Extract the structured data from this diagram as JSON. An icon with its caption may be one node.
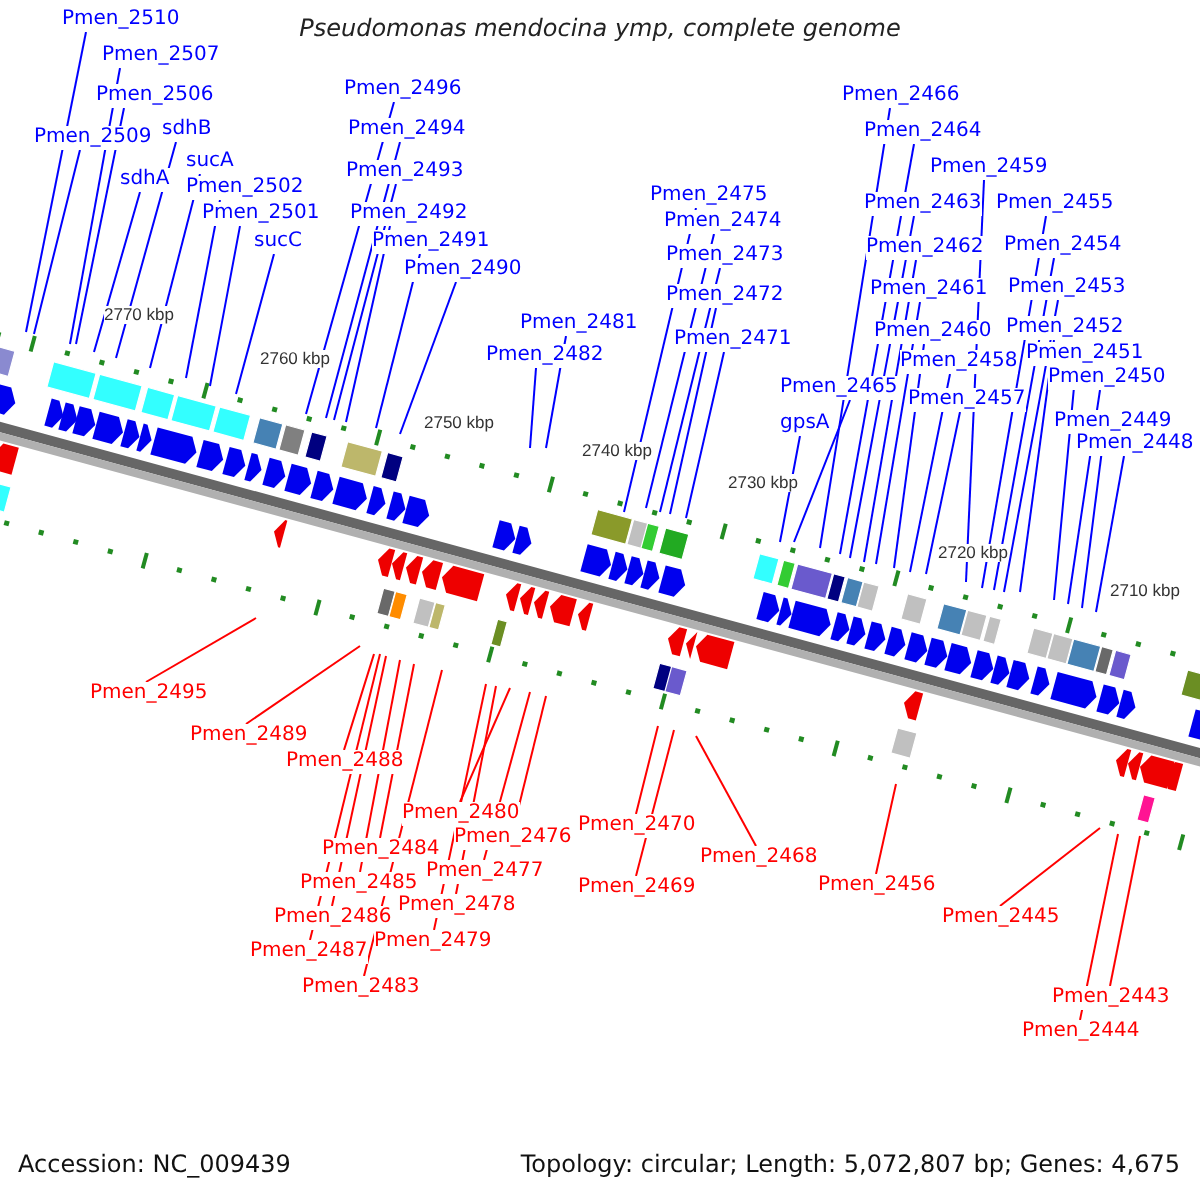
{
  "diagram": {
    "title": "Pseudomonas mendocina ymp, complete genome",
    "nodes": [
      {
        "text": [
          "Pmen_2510"
        ]
      },
      {
        "text": [
          "Pmen_2507"
        ]
      },
      {
        "text": [
          "Pmen_2506"
        ]
      },
      {
        "text": [
          "Pmen_2509"
        ]
      },
      {
        "text": [
          "sdhB"
        ]
      },
      {
        "text": [
          "sdhA"
        ]
      },
      {
        "text": [
          "sucA"
        ]
      },
      {
        "text": [
          "Pmen_2502"
        ]
      },
      {
        "text": [
          "Pmen_2501"
        ]
      },
      {
        "text": [
          "sucC"
        ]
      },
      {
        "text": [
          "Pmen_2496"
        ]
      },
      {
        "text": [
          "Pmen_2494"
        ]
      },
      {
        "text": [
          "Pmen_2493"
        ]
      },
      {
        "text": [
          "Pmen_2492"
        ]
      },
      {
        "text": [
          "Pmen_2491"
        ]
      },
      {
        "text": [
          "Pmen_2490"
        ]
      },
      {
        "text": [
          "Pmen_2481"
        ]
      },
      {
        "text": [
          "Pmen_2482"
        ]
      },
      {
        "text": [
          "Pmen_2475"
        ]
      },
      {
        "text": [
          "Pmen_2474"
        ]
      },
      {
        "text": [
          "Pmen_2473"
        ]
      },
      {
        "text": [
          "Pmen_2472"
        ]
      },
      {
        "text": [
          "Pmen_2471"
        ]
      },
      {
        "text": [
          "Pmen_2466"
        ]
      },
      {
        "text": [
          "Pmen_2464"
        ]
      },
      {
        "text": [
          "Pmen_2459"
        ]
      },
      {
        "text": [
          "Pmen_2463"
        ]
      },
      {
        "text": [
          "Pmen_2462"
        ]
      },
      {
        "text": [
          "Pmen_2461"
        ]
      },
      {
        "text": [
          "Pmen_2460"
        ]
      },
      {
        "text": [
          "Pmen_2458"
        ]
      },
      {
        "text": [
          "Pmen_2465"
        ]
      },
      {
        "text": [
          "gpsA"
        ]
      },
      {
        "text": [
          "Pmen_2457"
        ]
      },
      {
        "text": [
          "Pmen_2455"
        ]
      },
      {
        "text": [
          "Pmen_2454"
        ]
      },
      {
        "text": [
          "Pmen_2453"
        ]
      },
      {
        "text": [
          "Pmen_2452"
        ]
      },
      {
        "text": [
          "Pmen_2451"
        ]
      },
      {
        "text": [
          "Pmen_2450"
        ]
      },
      {
        "text": [
          "Pmen_2449"
        ]
      },
      {
        "text": [
          "Pmen_2448"
        ]
      },
      {
        "text": [
          "Pmen_2495"
        ]
      },
      {
        "text": [
          "Pmen_2489"
        ]
      },
      {
        "text": [
          "Pmen_2488"
        ]
      },
      {
        "text": [
          "Pmen_2480"
        ]
      },
      {
        "text": [
          "Pmen_2476"
        ]
      },
      {
        "text": [
          "Pmen_2484"
        ]
      },
      {
        "text": [
          "Pmen_2477"
        ]
      },
      {
        "text": [
          "Pmen_2485"
        ]
      },
      {
        "text": [
          "Pmen_2478"
        ]
      },
      {
        "text": [
          "Pmen_2486"
        ]
      },
      {
        "text": [
          "Pmen_2479"
        ]
      },
      {
        "text": [
          "Pmen_2487"
        ]
      },
      {
        "text": [
          "Pmen_2483"
        ]
      },
      {
        "text": [
          "Pmen_2470"
        ]
      },
      {
        "text": [
          "Pmen_2469"
        ]
      },
      {
        "text": [
          "Pmen_2468"
        ]
      },
      {
        "text": [
          "Pmen_2456"
        ]
      },
      {
        "text": [
          "Pmen_2445"
        ]
      },
      {
        "text": [
          "Pmen_2443"
        ]
      },
      {
        "text": [
          "Pmen_2444"
        ]
      }
    ],
    "edges": [
      {
        "from": 0,
        "to": null,
        "arrow": "none"
      },
      {
        "from": 1,
        "to": null,
        "arrow": "none"
      },
      {
        "from": 2,
        "to": null,
        "arrow": "none"
      },
      {
        "from": 3,
        "to": null,
        "arrow": "none"
      },
      {
        "from": 4,
        "to": null,
        "arrow": "none"
      },
      {
        "from": 5,
        "to": null,
        "arrow": "none"
      },
      {
        "from": 6,
        "to": null,
        "arrow": "none"
      },
      {
        "from": 7,
        "to": null,
        "arrow": "none"
      },
      {
        "from": 8,
        "to": null,
        "arrow": "none"
      },
      {
        "from": 9,
        "to": null,
        "arrow": "none"
      },
      {
        "from": 10,
        "to": null,
        "arrow": "none"
      },
      {
        "from": 11,
        "to": null,
        "arrow": "none"
      },
      {
        "from": 12,
        "to": null,
        "arrow": "none"
      },
      {
        "from": 13,
        "to": null,
        "arrow": "none"
      },
      {
        "from": 14,
        "to": null,
        "arrow": "none"
      },
      {
        "from": 15,
        "to": null,
        "arrow": "none"
      },
      {
        "from": 16,
        "to": null,
        "arrow": "none"
      },
      {
        "from": 17,
        "to": null,
        "arrow": "none"
      },
      {
        "from": 18,
        "to": null,
        "arrow": "none"
      },
      {
        "from": 19,
        "to": null,
        "arrow": "none"
      },
      {
        "from": 20,
        "to": null,
        "arrow": "none"
      },
      {
        "from": 21,
        "to": null,
        "arrow": "none"
      },
      {
        "from": 22,
        "to": null,
        "arrow": "none"
      },
      {
        "from": 23,
        "to": null,
        "arrow": "none"
      },
      {
        "from": 24,
        "to": null,
        "arrow": "none"
      },
      {
        "from": 25,
        "to": null,
        "arrow": "none"
      },
      {
        "from": 26,
        "to": null,
        "arrow": "none"
      },
      {
        "from": 27,
        "to": null,
        "arrow": "none"
      },
      {
        "from": 28,
        "to": null,
        "arrow": "none"
      },
      {
        "from": 29,
        "to": null,
        "arrow": "none"
      },
      {
        "from": 30,
        "to": null,
        "arrow": "none"
      },
      {
        "from": 31,
        "to": null,
        "arrow": "none"
      },
      {
        "from": 32,
        "to": null,
        "arrow": "none"
      },
      {
        "from": 33,
        "to": null,
        "arrow": "none"
      },
      {
        "from": 34,
        "to": null,
        "arrow": "none"
      },
      {
        "from": 35,
        "to": null,
        "arrow": "none"
      },
      {
        "from": 36,
        "to": null,
        "arrow": "none"
      },
      {
        "from": 37,
        "to": null,
        "arrow": "none"
      },
      {
        "from": 38,
        "to": null,
        "arrow": "none"
      },
      {
        "from": 39,
        "to": null,
        "arrow": "none"
      },
      {
        "from": 40,
        "to": null,
        "arrow": "none"
      },
      {
        "from": 41,
        "to": null,
        "arrow": "none"
      },
      {
        "from": 42,
        "to": null,
        "arrow": "none",
        "color": "#ff0000"
      },
      {
        "from": 43,
        "to": null,
        "arrow": "none",
        "color": "#ff0000"
      },
      {
        "from": 44,
        "to": null,
        "arrow": "none",
        "color": "#ff0000"
      },
      {
        "from": 45,
        "to": null,
        "arrow": "none",
        "color": "#ff0000"
      },
      {
        "from": 46,
        "to": null,
        "arrow": "none",
        "color": "#ff0000"
      },
      {
        "from": 47,
        "to": null,
        "arrow": "none",
        "color": "#ff0000"
      },
      {
        "from": 48,
        "to": null,
        "arrow": "none",
        "color": "#ff0000"
      },
      {
        "from": 49,
        "to": null,
        "arrow": "none",
        "color": "#ff0000"
      },
      {
        "from": 50,
        "to": null,
        "arrow": "none",
        "color": "#ff0000"
      },
      {
        "from": 51,
        "to": null,
        "arrow": "none",
        "color": "#ff0000"
      },
      {
        "from": 52,
        "to": null,
        "arrow": "none",
        "color": "#ff0000"
      },
      {
        "from": 53,
        "to": null,
        "arrow": "none",
        "color": "#ff0000"
      },
      {
        "from": 54,
        "to": null,
        "arrow": "none",
        "color": "#ff0000"
      },
      {
        "from": 55,
        "to": null,
        "arrow": "none",
        "color": "#ff0000"
      },
      {
        "from": 56,
        "to": null,
        "arrow": "none",
        "color": "#ff0000"
      },
      {
        "from": 57,
        "to": null,
        "arrow": "none",
        "color": "#ff0000"
      },
      {
        "from": 58,
        "to": null,
        "arrow": "none",
        "color": "#ff0000"
      },
      {
        "from": 59,
        "to": null,
        "arrow": "none",
        "color": "#ff0000"
      },
      {
        "from": 60,
        "to": null,
        "arrow": "none",
        "color": "#ff0000"
      },
      {
        "from": 61,
        "to": null,
        "arrow": "none",
        "color": "#ff0000"
      }
    ],
    "labels": [
      "2770 kbp",
      "2760 kbp",
      "2750 kbp",
      "2740 kbp",
      "2730 kbp",
      "2720 kbp",
      "2710 kbp",
      "Accession: NC_009439",
      "Topology: circular; Length: 5,072,807 bp; Genes: 4,675"
    ]
  }
}
